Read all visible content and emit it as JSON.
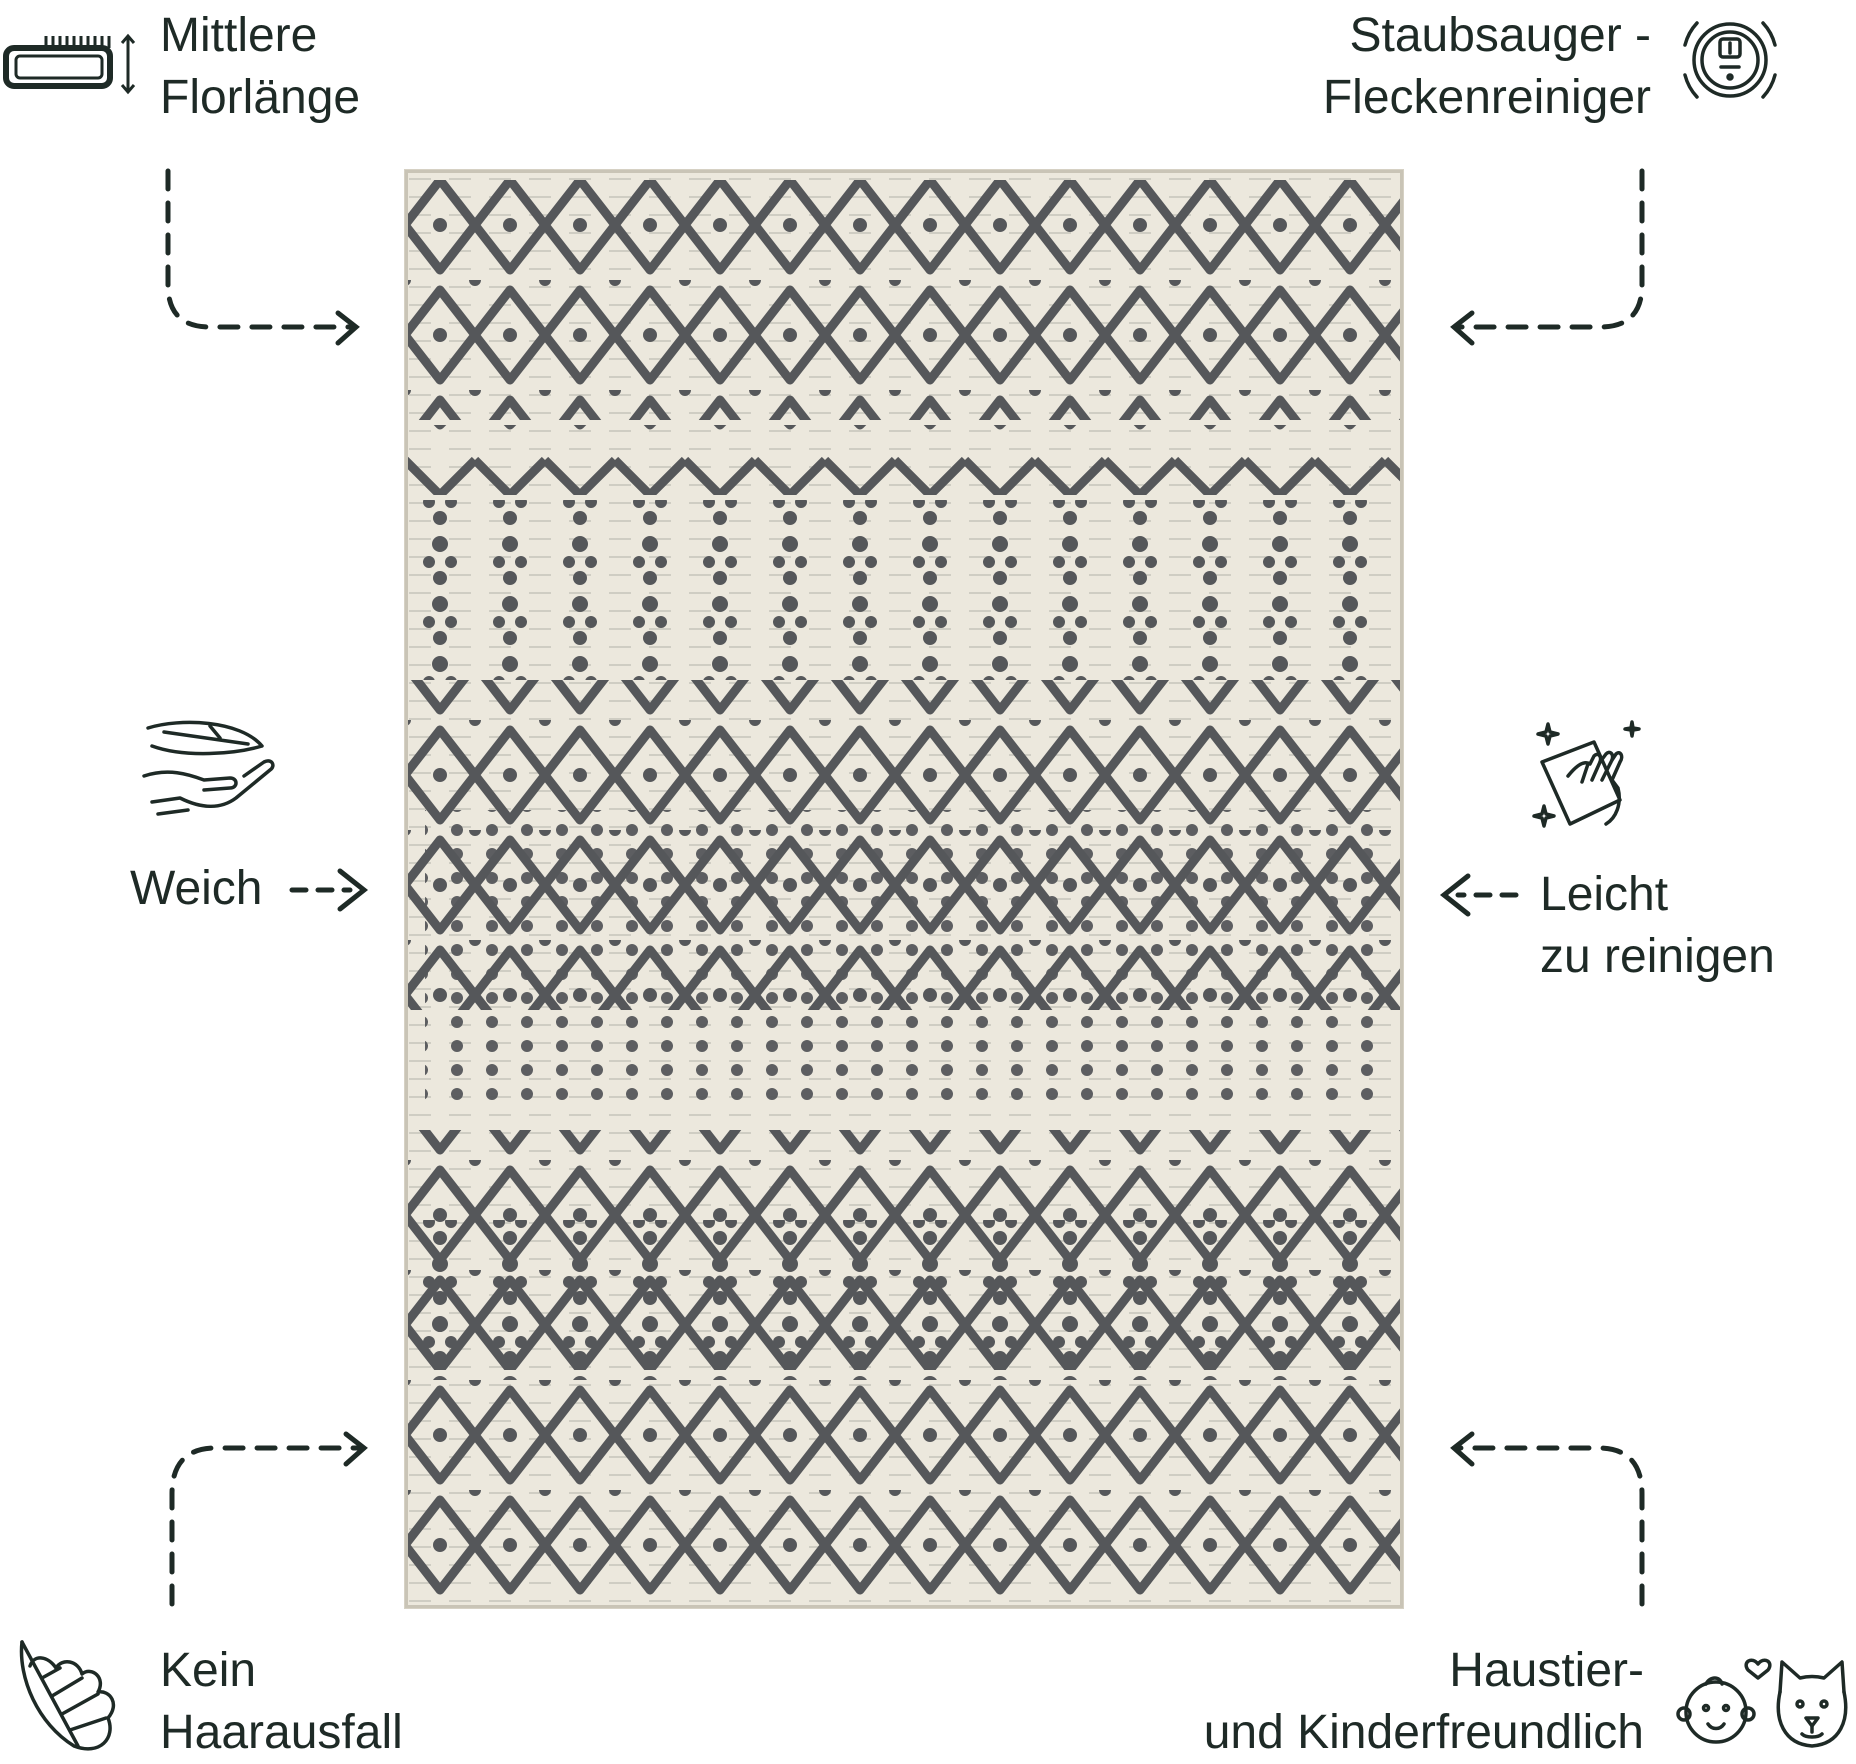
{
  "features": {
    "pile_height": [
      "Mittlere",
      "Florlänge"
    ],
    "vacuum": [
      "Staubsauger -",
      "Fleckenreiniger"
    ],
    "soft": [
      "Weich"
    ],
    "easy_clean": [
      "Leicht",
      "zu reinigen"
    ],
    "no_shedding": [
      "Kein",
      "Haarausfall"
    ],
    "pet_kid": [
      "Haustier-",
      "und Kinderfreundlich"
    ]
  },
  "icons": {
    "pile_height": "pile-height-icon",
    "vacuum": "robot-vacuum-icon",
    "soft": "feather-hand-icon",
    "easy_clean": "cleaning-cloth-icon",
    "no_shedding": "feather-icon",
    "pet_kid": "child-and-dog-icon"
  },
  "colors": {
    "text": "#1e2a26",
    "rug_base": "#ece8dd",
    "rug_pattern": "#55575a"
  }
}
